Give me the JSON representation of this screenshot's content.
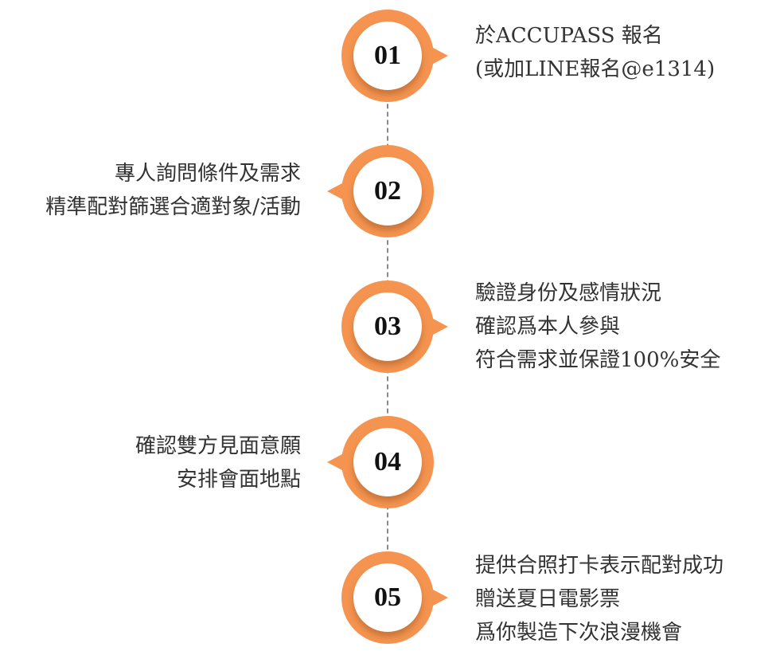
{
  "colors": {
    "accent": "#F59450",
    "line": "#8a8a8a",
    "text": "#333333"
  },
  "steps": [
    {
      "number": "01",
      "lines": [
        "於ACCUPASS 報名",
        "(或加LINE報名@e1314)"
      ]
    },
    {
      "number": "02",
      "lines": [
        "專人詢問條件及需求",
        "精準配對篩選合適對象/活動"
      ]
    },
    {
      "number": "03",
      "lines": [
        "驗證身份及感情狀況",
        "確認爲本人參與",
        "符合需求並保證100%安全"
      ]
    },
    {
      "number": "04",
      "lines": [
        "確認雙方見面意願",
        "安排會面地點"
      ]
    },
    {
      "number": "05",
      "lines": [
        "提供合照打卡表示配對成功",
        "贈送夏日電影票",
        "爲你製造下次浪漫機會"
      ]
    }
  ]
}
